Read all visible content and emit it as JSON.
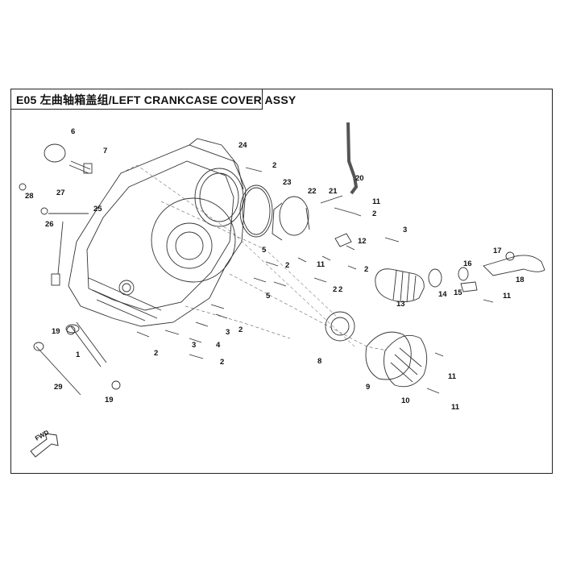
{
  "title": "E05 左曲轴箱盖组/LEFT CRANKCASE COVER ASSY",
  "fwd_label": "FWD",
  "callouts": [
    "1",
    "2",
    "3",
    "4",
    "5",
    "6",
    "7",
    "8",
    "9",
    "10",
    "11",
    "12",
    "13",
    "14",
    "15",
    "16",
    "17",
    "18",
    "19",
    "20",
    "21",
    "22",
    "23",
    "24",
    "25",
    "26",
    "27",
    "28",
    "29"
  ],
  "colors": {
    "line": "#333333",
    "background": "#ffffff",
    "shade": "#9a9a9a"
  }
}
